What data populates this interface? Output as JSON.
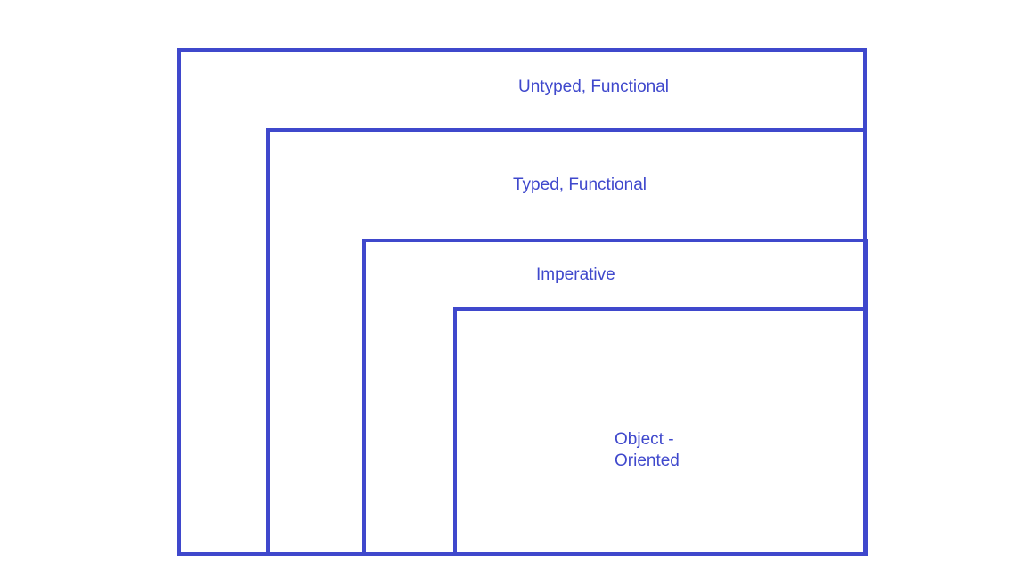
{
  "colors": {
    "line": "#3f48cc",
    "text": "#3f48cc"
  },
  "regions": {
    "untyped_functional": "Untyped, Functional",
    "typed_functional": "Typed, Functional",
    "imperative": "Imperative",
    "object_oriented_line1": "Object -",
    "object_oriented_line2": "Oriented"
  }
}
